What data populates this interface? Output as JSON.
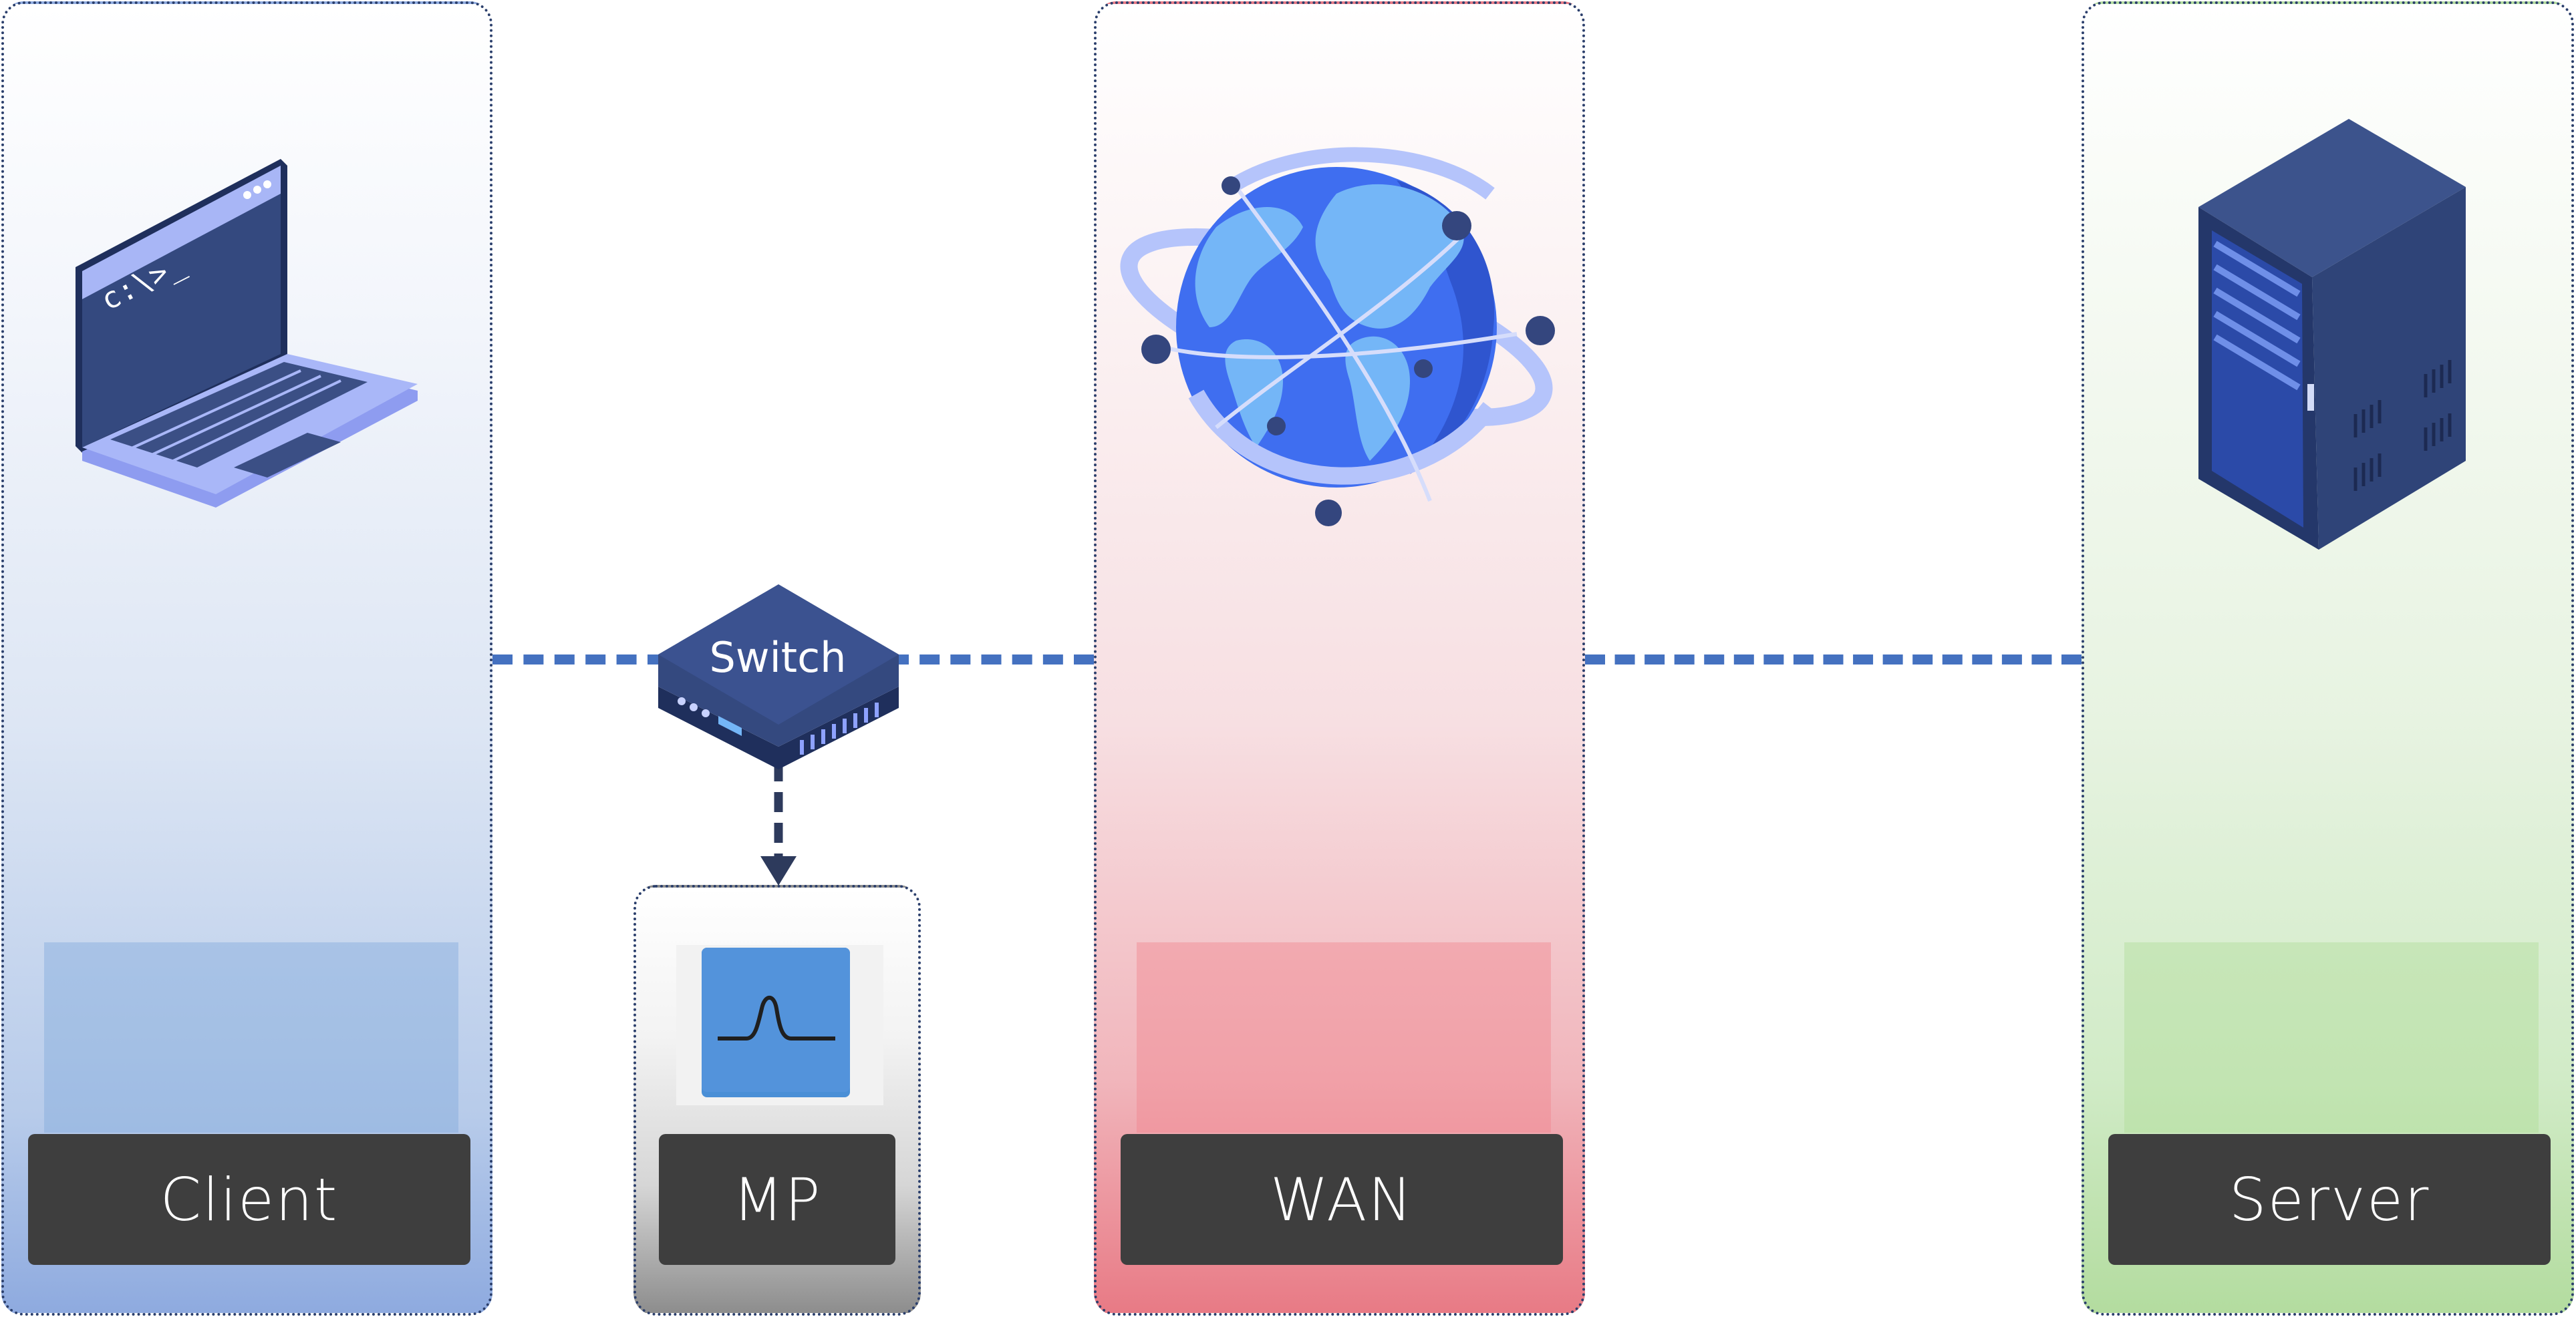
{
  "nodes": {
    "client": {
      "label": "Client"
    },
    "mp": {
      "label": "MP"
    },
    "wan": {
      "label": "WAN"
    },
    "server": {
      "label": "Server"
    },
    "switch": {
      "label": "Switch"
    }
  },
  "laptop": {
    "prompt": "c:\\>_"
  },
  "colors": {
    "link": "#4471c0",
    "label_box": "#3e3e3e",
    "outline": "#2b3f6c",
    "device_dark": "#2f4478",
    "device_light": "#a9b7f8",
    "globe": "#3f6ef0",
    "globe_land": "#74b6f7"
  },
  "icons": [
    "laptop-icon",
    "switch-icon",
    "analyzer-icon",
    "globe-icon",
    "server-rack-icon"
  ]
}
